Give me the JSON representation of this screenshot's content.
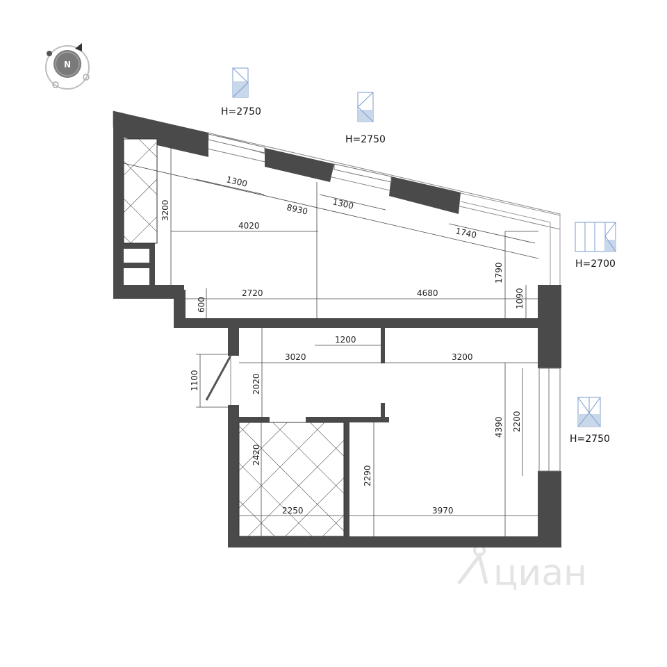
{
  "compass": {
    "label": "N"
  },
  "window_heights": [
    {
      "id": "w1",
      "label": "H=2750"
    },
    {
      "id": "w2",
      "label": "H=2750"
    },
    {
      "id": "w3",
      "label": "H=2700"
    },
    {
      "id": "w4",
      "label": "H=2750"
    }
  ],
  "dimensions": {
    "d1300a": "1300",
    "d1300b": "1300",
    "d8930": "8930",
    "d1740": "1740",
    "d3200v": "3200",
    "d4020": "4020",
    "d1790": "1790",
    "d1090": "1090",
    "d600": "600",
    "d2720": "2720",
    "d4680": "4680",
    "d1200": "1200",
    "d3020": "3020",
    "d3200h": "3200",
    "d1100": "1100",
    "d2020": "2020",
    "d4390": "4390",
    "d2200": "2200",
    "d2420": "2420",
    "d2290": "2290",
    "d2250": "2250",
    "d3970": "3970"
  },
  "watermark": "циан",
  "colors": {
    "wall": "#4a4a4a",
    "window": "#c9d7ea",
    "line": "#333333"
  }
}
